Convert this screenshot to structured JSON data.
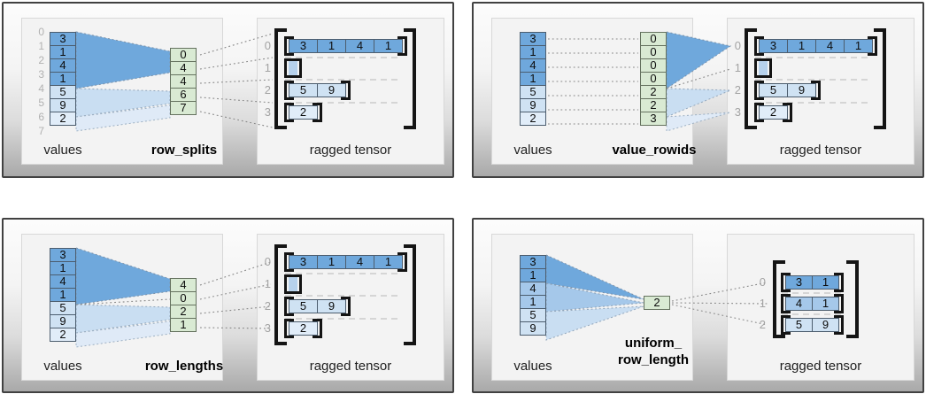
{
  "colors": {
    "cell_dark_blue": "#6fa8dc",
    "cell_medium_blue": "#a5c8ea",
    "cell_light_blue": "#cfe2f3",
    "cell_lighter_blue": "#e1edf9",
    "factor_cell_green": "#d9ead3",
    "bracket_black": "#141414",
    "index_gray": "#a3a3a3"
  },
  "panels": [
    {
      "values_label": "values",
      "method_label": "row_splits",
      "result_label": "ragged tensor",
      "value_indices": [
        "0",
        "1",
        "2",
        "3",
        "4",
        "5",
        "6",
        "7"
      ],
      "values": [
        "3",
        "1",
        "4",
        "1",
        "5",
        "9",
        "2"
      ],
      "method_values": [
        "0",
        "4",
        "4",
        "6",
        "7"
      ],
      "row_indices": [
        "0",
        "1",
        "2",
        "3"
      ],
      "rows": [
        [
          "3",
          "1",
          "4",
          "1"
        ],
        [],
        [
          "5",
          "9"
        ],
        [
          "2"
        ]
      ]
    },
    {
      "values_label": "values",
      "method_label": "value_rowids",
      "result_label": "ragged tensor",
      "values": [
        "3",
        "1",
        "4",
        "1",
        "5",
        "9",
        "2"
      ],
      "method_values": [
        "0",
        "0",
        "0",
        "0",
        "2",
        "2",
        "3"
      ],
      "row_indices": [
        "0",
        "1",
        "2",
        "3"
      ],
      "rows": [
        [
          "3",
          "1",
          "4",
          "1"
        ],
        [],
        [
          "5",
          "9"
        ],
        [
          "2"
        ]
      ]
    },
    {
      "values_label": "values",
      "method_label": "row_lengths",
      "result_label": "ragged tensor",
      "values": [
        "3",
        "1",
        "4",
        "1",
        "5",
        "9",
        "2"
      ],
      "method_values": [
        "4",
        "0",
        "2",
        "1"
      ],
      "row_indices": [
        "0",
        "1",
        "2",
        "3"
      ],
      "rows": [
        [
          "3",
          "1",
          "4",
          "1"
        ],
        [],
        [
          "5",
          "9"
        ],
        [
          "2"
        ]
      ]
    },
    {
      "values_label": "values",
      "method_label_line1": "uniform_",
      "method_label_line2": "row_length",
      "result_label": "ragged tensor",
      "values": [
        "3",
        "1",
        "4",
        "1",
        "5",
        "9"
      ],
      "method_values": [
        "2"
      ],
      "row_indices": [
        "0",
        "1",
        "2"
      ],
      "rows": [
        [
          "3",
          "1"
        ],
        [
          "4",
          "1"
        ],
        [
          "5",
          "9"
        ]
      ]
    }
  ]
}
